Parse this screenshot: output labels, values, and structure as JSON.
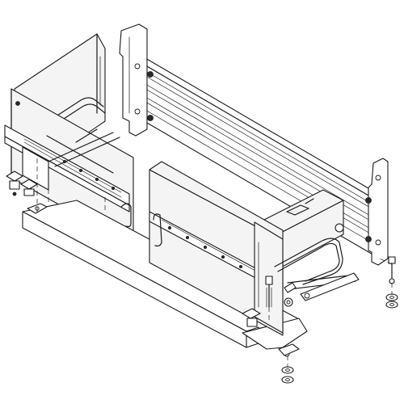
{
  "figure": {
    "kind": "exploded-isometric-assembly-drawing",
    "colors": {
      "line": "#1a1a1a",
      "background": "#ffffff",
      "panel_shade": "#f4f4f4",
      "part_shade": "#d9d9d9"
    },
    "parts": [
      "rear-mounting-rail",
      "left-side-panel",
      "right-side-panel",
      "telescopic-slide-left",
      "telescopic-slide-right",
      "base-tray",
      "drawer-box",
      "cable-loop",
      "hex-bolts",
      "nuts-and-washers",
      "wing-nuts"
    ]
  }
}
